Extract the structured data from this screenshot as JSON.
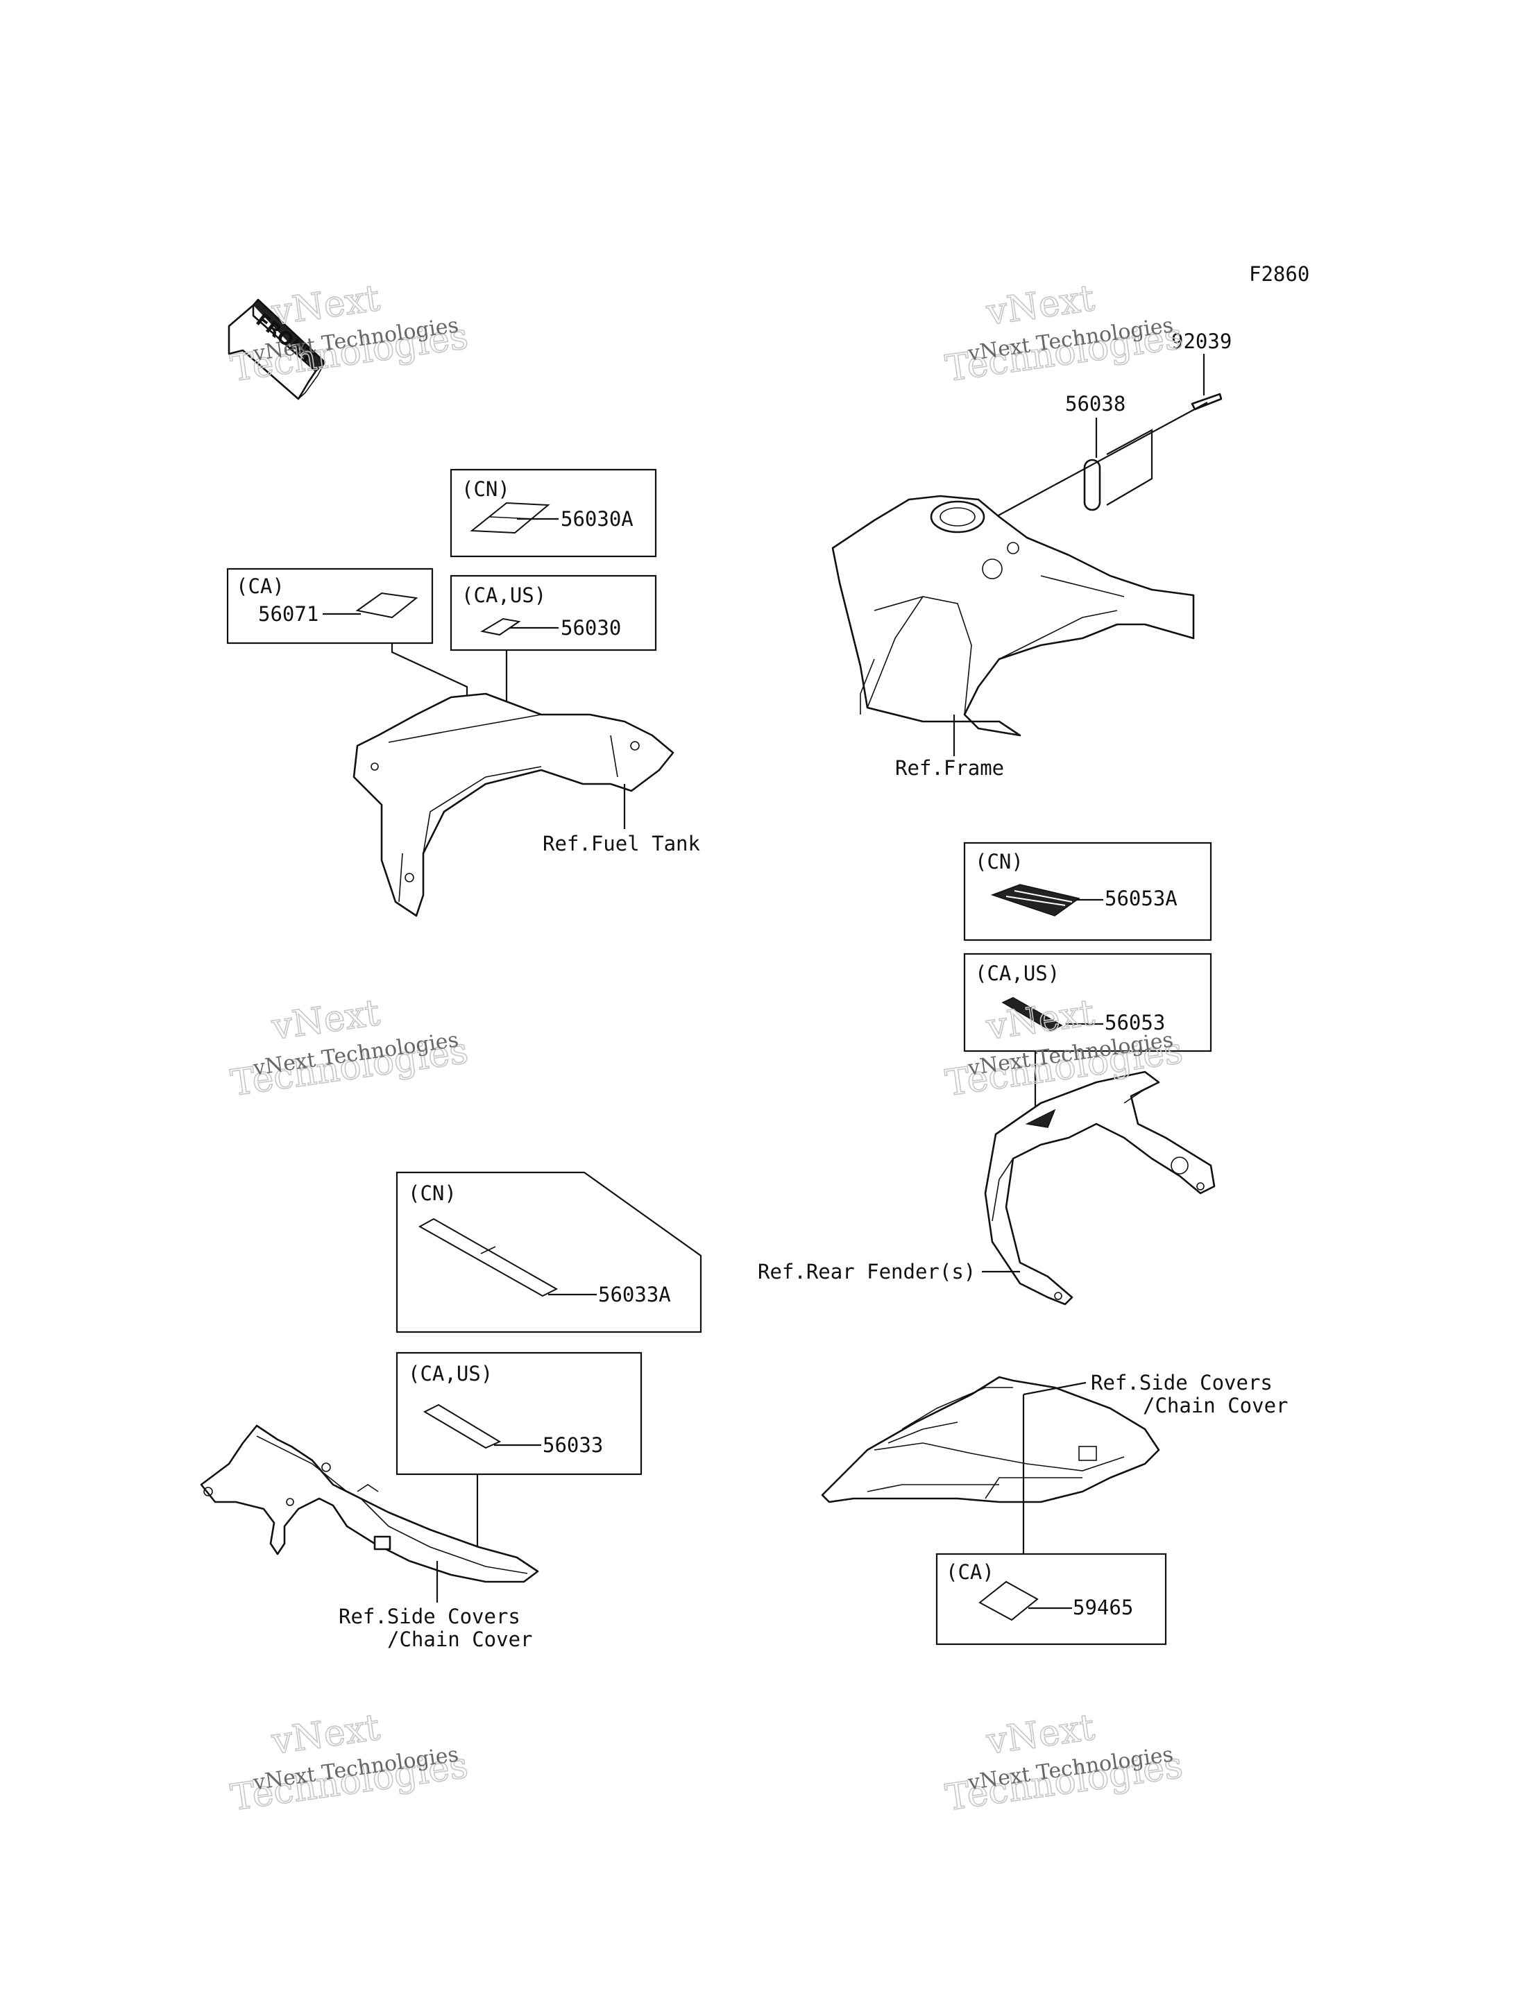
{
  "diagram_code": "F2860",
  "front_label": "FRONT",
  "watermark": {
    "line1": "vNext Technologies",
    "line2": "vNext",
    "line3": "Technologies"
  },
  "boxes": [
    {
      "region": "(CN)",
      "part": "56030A"
    },
    {
      "region": "(CA)",
      "part": "56071"
    },
    {
      "region": "(CA,US)",
      "part": "56030"
    },
    {
      "region": "(CN)",
      "part": "56053A"
    },
    {
      "region": "(CA,US)",
      "part": "56053"
    },
    {
      "region": "(CN)",
      "part": "56033A"
    },
    {
      "region": "(CA,US)",
      "part": "56033"
    },
    {
      "region": "(CA)",
      "part": "59465"
    }
  ],
  "free_parts": [
    "92039",
    "56038"
  ],
  "references": {
    "fuel_tank": "Ref.Fuel Tank",
    "frame": "Ref.Frame",
    "rear_fender": "Ref.Rear Fender(s)",
    "side_covers_a": "Ref.Side Covers",
    "chain_cover_a": "/Chain Cover",
    "side_covers_b": "Ref.Side Covers",
    "chain_cover_b": "/Chain Cover"
  }
}
